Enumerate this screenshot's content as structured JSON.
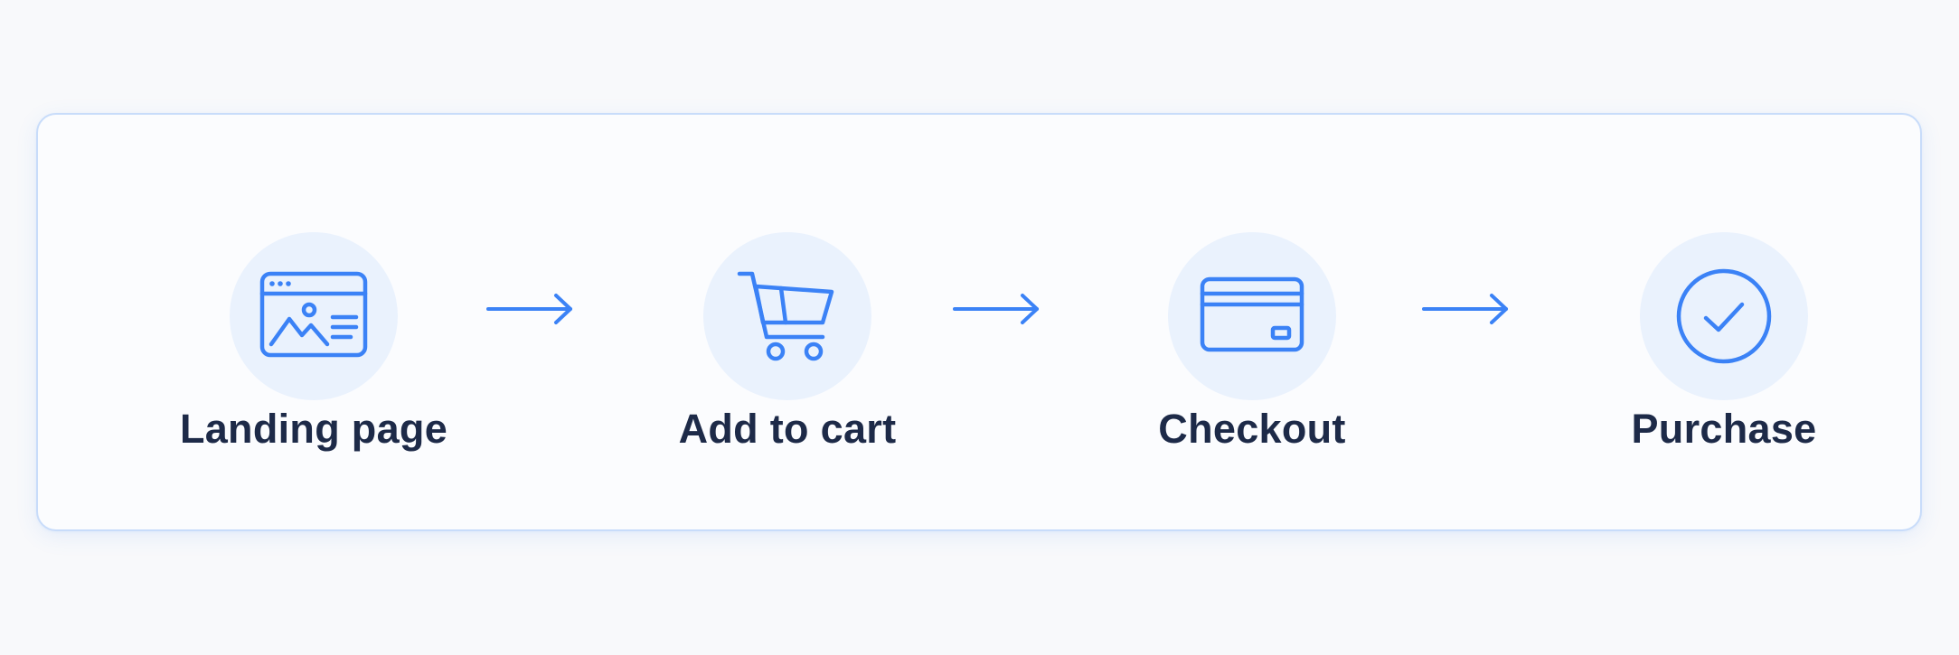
{
  "flow": {
    "steps": [
      {
        "label": "Landing page",
        "icon": "landing-page-icon"
      },
      {
        "label": "Add to cart",
        "icon": "shopping-cart-icon"
      },
      {
        "label": "Checkout",
        "icon": "credit-card-icon"
      },
      {
        "label": "Purchase",
        "icon": "check-circle-icon"
      }
    ],
    "connector_icon": "arrow-right-icon"
  },
  "colors": {
    "background": "#f8f9fb",
    "panel_background": "#fbfcfe",
    "panel_border": "#c8dcfa",
    "icon_circle": "#eaf2fd",
    "accent": "#3b82f6",
    "label_text": "#1d2a48"
  }
}
